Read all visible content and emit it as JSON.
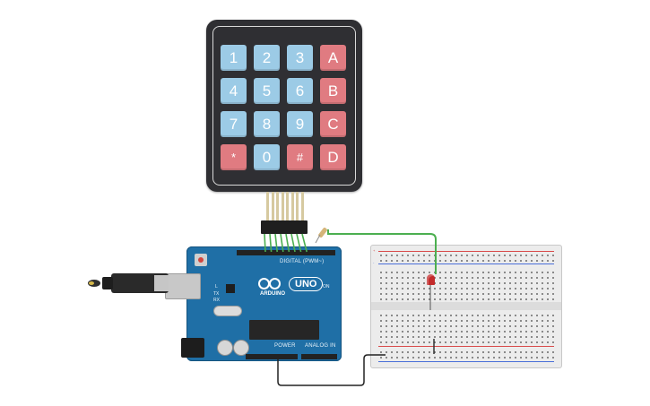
{
  "keypad": {
    "keys": [
      "1",
      "2",
      "3",
      "A",
      "4",
      "5",
      "6",
      "B",
      "7",
      "8",
      "9",
      "C",
      "*",
      "0",
      "#",
      "D"
    ],
    "blue_color": "#9ccbe6",
    "red_color": "#e07b81"
  },
  "arduino": {
    "model": "UNO",
    "brand": "ARDUINO",
    "digital_label": "DIGITAL (PWM~)",
    "power_label": "POWER",
    "analog_label": "ANALOG IN",
    "tx_label": "TX",
    "rx_label": "RX",
    "l_label": "L",
    "on_label": "ON",
    "board_color": "#1f6fa6"
  },
  "breadboard": {
    "rail_plus": "+",
    "rail_minus": "-"
  },
  "colors": {
    "wire_green": "#4caf50",
    "wire_black": "#222222",
    "led_red": "#c32b2b"
  }
}
